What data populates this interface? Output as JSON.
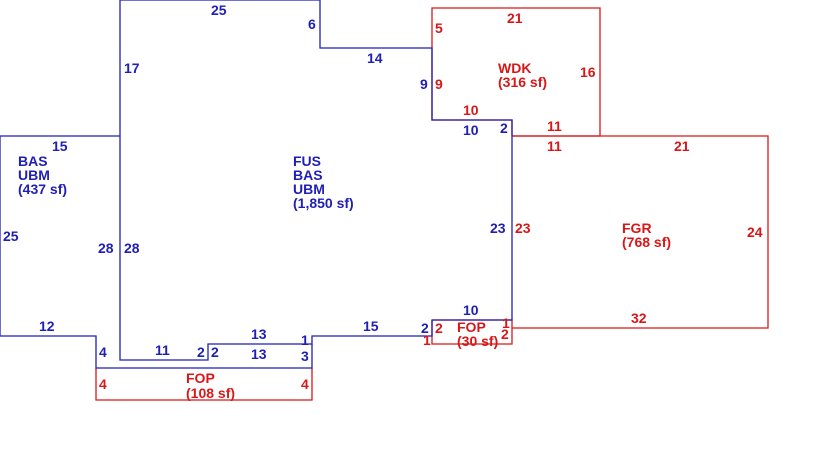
{
  "colors": {
    "living": "#1f1fb4",
    "other": "#d81818",
    "background": "#ffffff"
  },
  "areas": {
    "bas": {
      "lines": [
        "BAS",
        "UBM",
        "(437 sf)"
      ]
    },
    "fus": {
      "lines": [
        "FUS",
        "BAS",
        "UBM",
        "(1,850 sf)"
      ]
    },
    "wdk": {
      "lines": [
        "WDK",
        "(316 sf)"
      ]
    },
    "fgr": {
      "lines": [
        "FGR",
        "(768 sf)"
      ]
    },
    "fop_right": {
      "lines": [
        "FOP",
        "(30 sf)"
      ]
    },
    "fop_bottom": {
      "lines": [
        "FOP",
        "(108 sf)"
      ]
    }
  },
  "dimensions": {
    "blue": [
      "25",
      "6",
      "14",
      "17",
      "15",
      "9",
      "10",
      "2",
      "23",
      "28",
      "28",
      "25",
      "12",
      "4",
      "11",
      "2",
      "2",
      "13",
      "1",
      "15",
      "13",
      "3",
      "2",
      "10"
    ],
    "red": [
      "21",
      "5",
      "9",
      "16",
      "10",
      "11",
      "11",
      "21",
      "23",
      "24",
      "32",
      "2",
      "1",
      "1",
      "2",
      "4",
      "4"
    ]
  }
}
